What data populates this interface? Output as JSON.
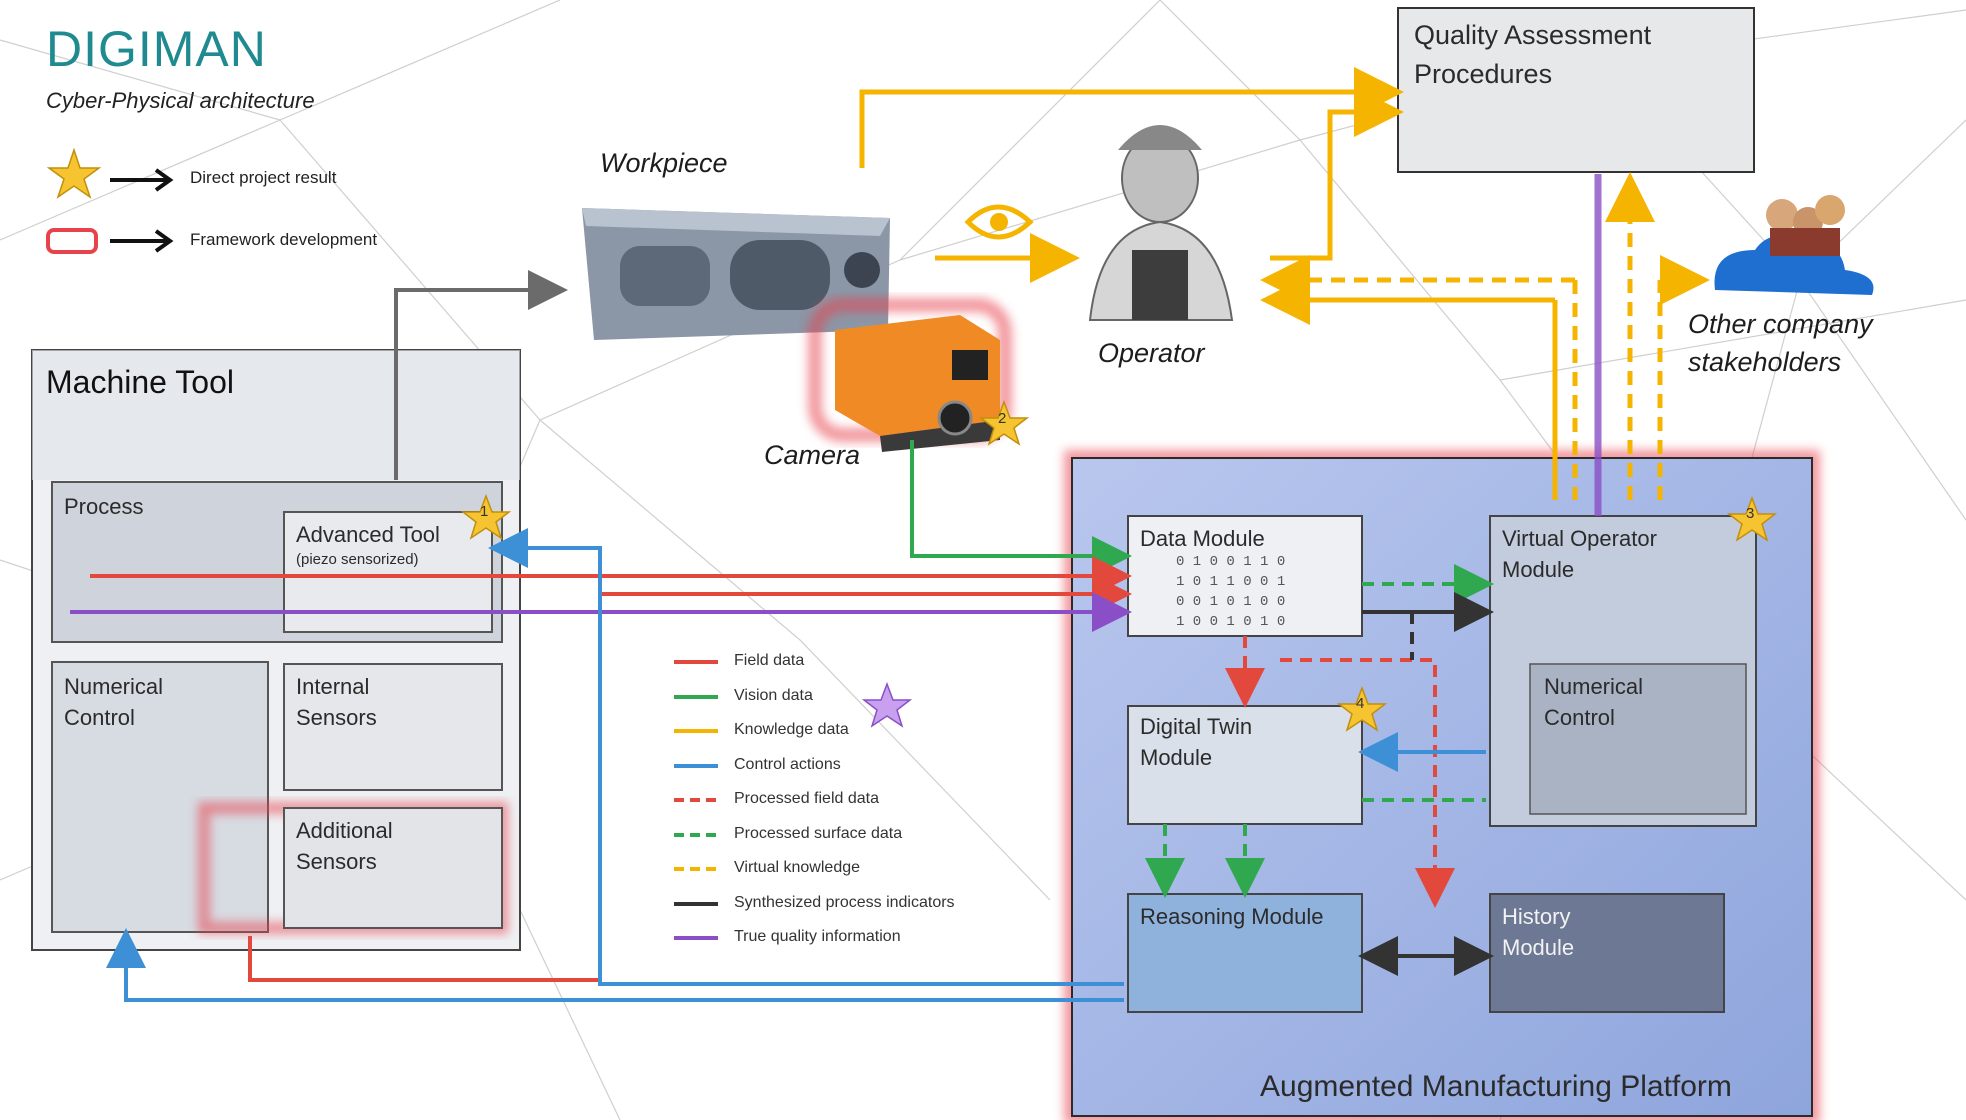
{
  "header": {
    "title": "DIGIMAN",
    "subtitle": "Cyber-Physical architecture"
  },
  "legend": {
    "direct_result": "Direct project result",
    "framework": "Framework development"
  },
  "labels": {
    "workpiece": "Workpiece",
    "camera": "Camera",
    "operator": "Operator",
    "stakeholders_line1": "Other company",
    "stakeholders_line2": "stakeholders",
    "qap_line1": "Quality Assessment",
    "qap_line2": "Procedures",
    "machine_tool": "Machine Tool",
    "process": "Process",
    "advanced_tool": "Advanced Tool",
    "advanced_tool_sub": "(piezo sensorized)",
    "numerical_control_1": "Numerical",
    "numerical_control_2": "Control",
    "internal_sensors_1": "Internal",
    "internal_sensors_2": "Sensors",
    "additional_sensors_1": "Additional",
    "additional_sensors_2": "Sensors",
    "data_module": "Data Module",
    "virtual_operator_1": "Virtual Operator",
    "virtual_operator_2": "Module",
    "digital_twin_1": "Digital Twin",
    "digital_twin_2": "Module",
    "reasoning_module": "Reasoning Module",
    "history_module_1": "History",
    "history_module_2": "Module",
    "platform": "Augmented Manufacturing Platform",
    "star1": "1",
    "star2": "2",
    "star3": "3",
    "star4": "4"
  },
  "key": [
    {
      "label": "Field data",
      "color": "#e2483b",
      "dashed": false
    },
    {
      "label": "Vision data",
      "color": "#2fa84f",
      "dashed": false
    },
    {
      "label": "Knowledge data",
      "color": "#f4b400",
      "dashed": false
    },
    {
      "label": "Control actions",
      "color": "#3d8fd6",
      "dashed": false
    },
    {
      "label": "Processed field data",
      "color": "#e2483b",
      "dashed": true
    },
    {
      "label": "Processed surface data",
      "color": "#2fa84f",
      "dashed": true
    },
    {
      "label": "Virtual knowledge",
      "color": "#f4b400",
      "dashed": true
    },
    {
      "label": "Synthesized process indicators",
      "color": "#333333",
      "dashed": false
    },
    {
      "label": "True quality information",
      "color": "#8a4fc7",
      "dashed": false
    }
  ],
  "colors": {
    "title": "#1f8a8f",
    "field": "#e2483b",
    "vision": "#2fa84f",
    "knowledge": "#f4b400",
    "control": "#3d8fd6",
    "quality": "#8a4fc7",
    "platform_fill": "#9fb3e3",
    "framework_glow": "#e8424d"
  },
  "icons": [
    "star-icon",
    "arrow-icon",
    "eye-icon",
    "operator-icon",
    "stakeholders-icon",
    "camera-icon",
    "workpiece-image"
  ]
}
